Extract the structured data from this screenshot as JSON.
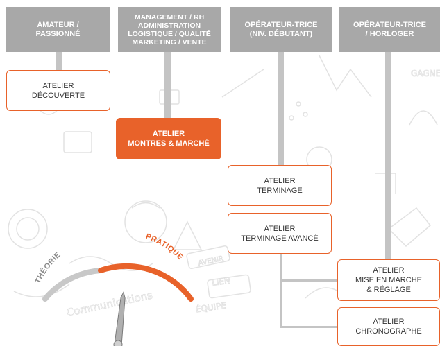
{
  "colors": {
    "accent": "#e8622a",
    "header_bg": "#a8a8a8",
    "connector": "#c4c4c4",
    "text": "#333333"
  },
  "headers": [
    {
      "label": "AMATEUR /\nPASSIONNÉ"
    },
    {
      "label": "MANAGEMENT / RH\nADMINISTRATION\nLOGISTIQUE / QUALITÉ\nMARKETING / VENTE"
    },
    {
      "label": "OPÉRATEUR-TRICE\n(NIV. DÉBUTANT)"
    },
    {
      "label": "OPÉRATEUR-TRICE\n/ HORLOGER"
    }
  ],
  "workshops": [
    {
      "label": "ATELIER\nDÉCOUVERTE"
    },
    {
      "label": "ATELIER\nMONTRES & MARCHÉ",
      "highlighted": true
    },
    {
      "label": "ATELIER\nTERMINAGE"
    },
    {
      "label": "ATELIER\nTERMINAGE AVANCÉ"
    },
    {
      "label": "ATELIER\nMISE EN MARCHE\n& RÉGLAGE"
    },
    {
      "label": "ATELIER\nCHRONOGRAPHE"
    }
  ],
  "gauge": {
    "left_label": "THÉORIE",
    "right_label": "PRATIQUE",
    "level": 0.55
  },
  "background_words": {
    "w1": "Communications",
    "w2": "ÉQUIPE",
    "w3": "LIEN",
    "w4": "GAGNER",
    "w5": "AVENIR"
  }
}
